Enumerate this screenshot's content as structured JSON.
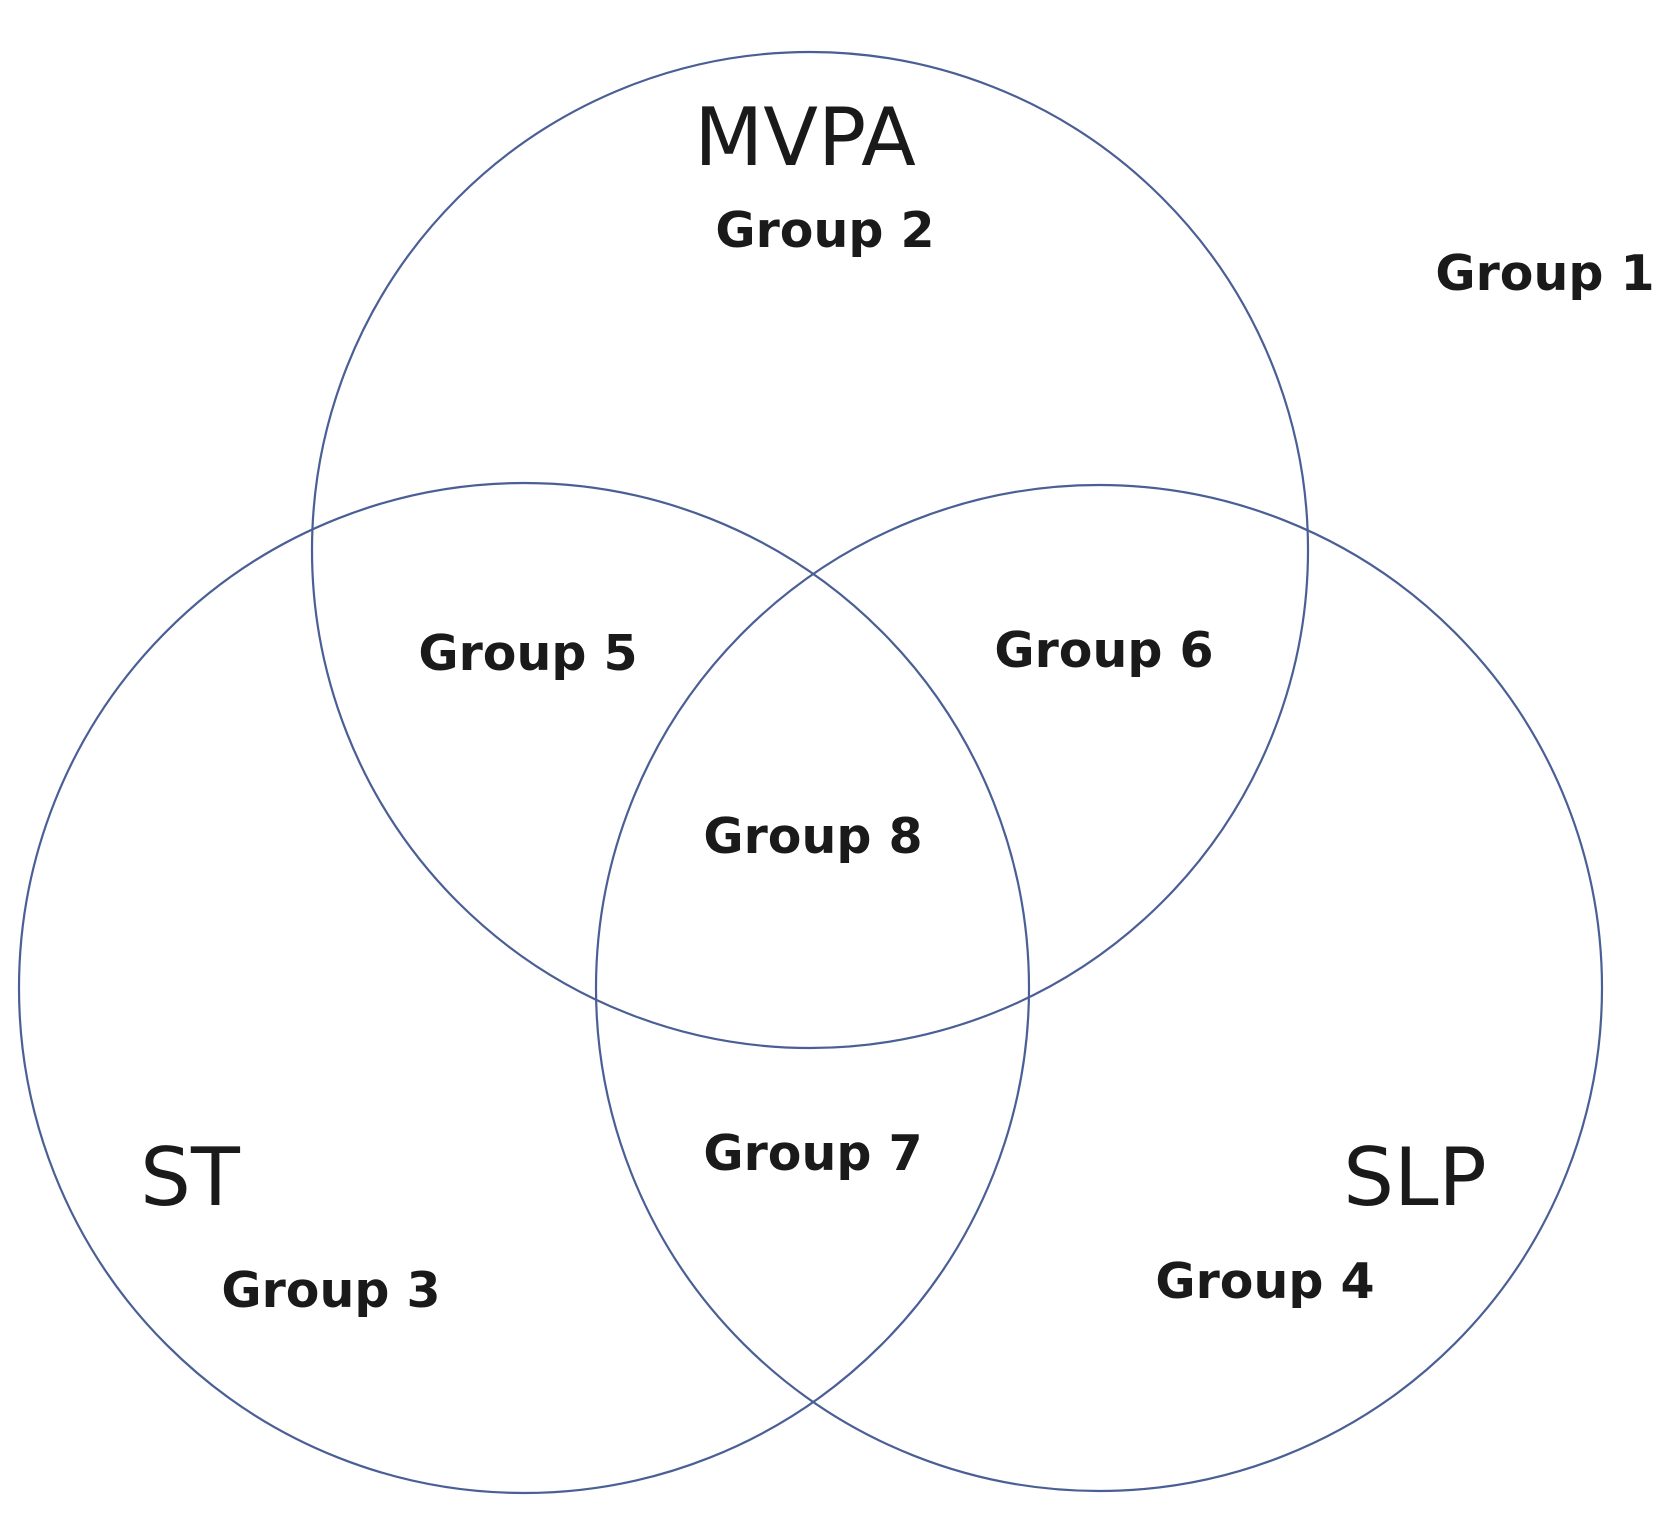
{
  "colors": {
    "circle_stroke": "#4a5f95",
    "text": "#1a1a1a",
    "background": "#ffffff"
  },
  "sets": {
    "mvpa": "MVPA",
    "st": "ST",
    "slp": "SLP"
  },
  "groups": {
    "g1": "Group 1",
    "g2": "Group 2",
    "g3": "Group 3",
    "g4": "Group 4",
    "g5": "Group 5",
    "g6": "Group 6",
    "g7": "Group 7",
    "g8": "Group 8"
  }
}
